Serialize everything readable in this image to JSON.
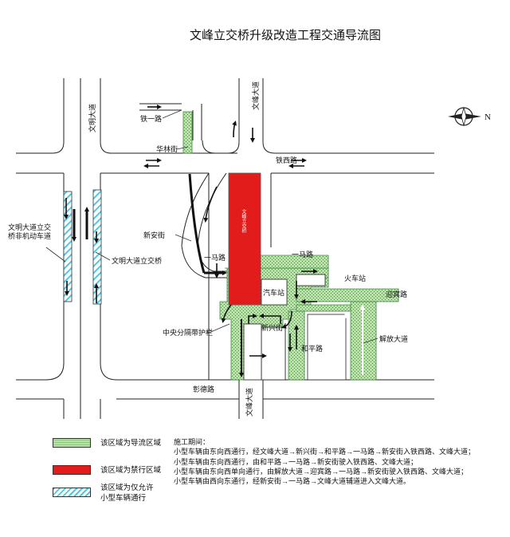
{
  "title": "文峰立交桥升级改造工程交通导流图",
  "colors": {
    "diversion_green": "#b6e2a8",
    "diversion_dots": "#3d8a3d",
    "forbidden_red": "#e21b1b",
    "small_vehicle_cyan": "#4fc9e0",
    "road_line": "#222222",
    "arrow": "#111111"
  },
  "compass": {
    "label": "N",
    "icon": "compass-needle-icon"
  },
  "roads": {
    "tieyi_road": "铁一路",
    "wenfeng_avenue_north": "文峰大道",
    "wenming_avenue": "文明大道",
    "hualin_street": "华林街",
    "tiexi_road": "铁西路",
    "xin_an_street": "新安街",
    "wenming_overpass_nonmotor": "文明大道立交桥非机动车道",
    "wenming_overpass": "文明大道立交桥",
    "wenfeng_overpass": "文峰立交桥",
    "yima_road_left": "一马路",
    "yima_road_right": "一马路",
    "railway_station": "火车站",
    "bus_station": "汽车站",
    "yingbin_road": "迎宾路",
    "central_barrier": "中央分隔带护栏",
    "xinxing_street": "新兴街",
    "heping_road": "和平路",
    "jiefang_avenue": "解放大道",
    "zhangde_road": "彰德路",
    "wenfeng_avenue_south": "文峰大道"
  },
  "legend": [
    {
      "text": "该区域为导流区域",
      "type": "diversion"
    },
    {
      "text": "该区域为禁行区域",
      "type": "forbidden"
    },
    {
      "text": "该区域为仅允许\n小型车辆通行",
      "type": "small-vehicle"
    }
  ],
  "notes": {
    "heading": "施工期间：",
    "lines": [
      "小型车辆由东向西通行，经文峰大道→新兴街→和平路→一马路→新安街入铁西路、文峰大道；",
      "小型车辆由东向西通行，由和平路→一马路→新安街驶入铁西路、文峰大道；",
      "小型车辆由东向西单向通行，由解放大道→迎宾路→一马路→新安街驶入铁西路、文峰大道；",
      "小型车辆由西向东通行，经新安街→一马路→文峰大道辅道进入文峰大道。"
    ]
  }
}
